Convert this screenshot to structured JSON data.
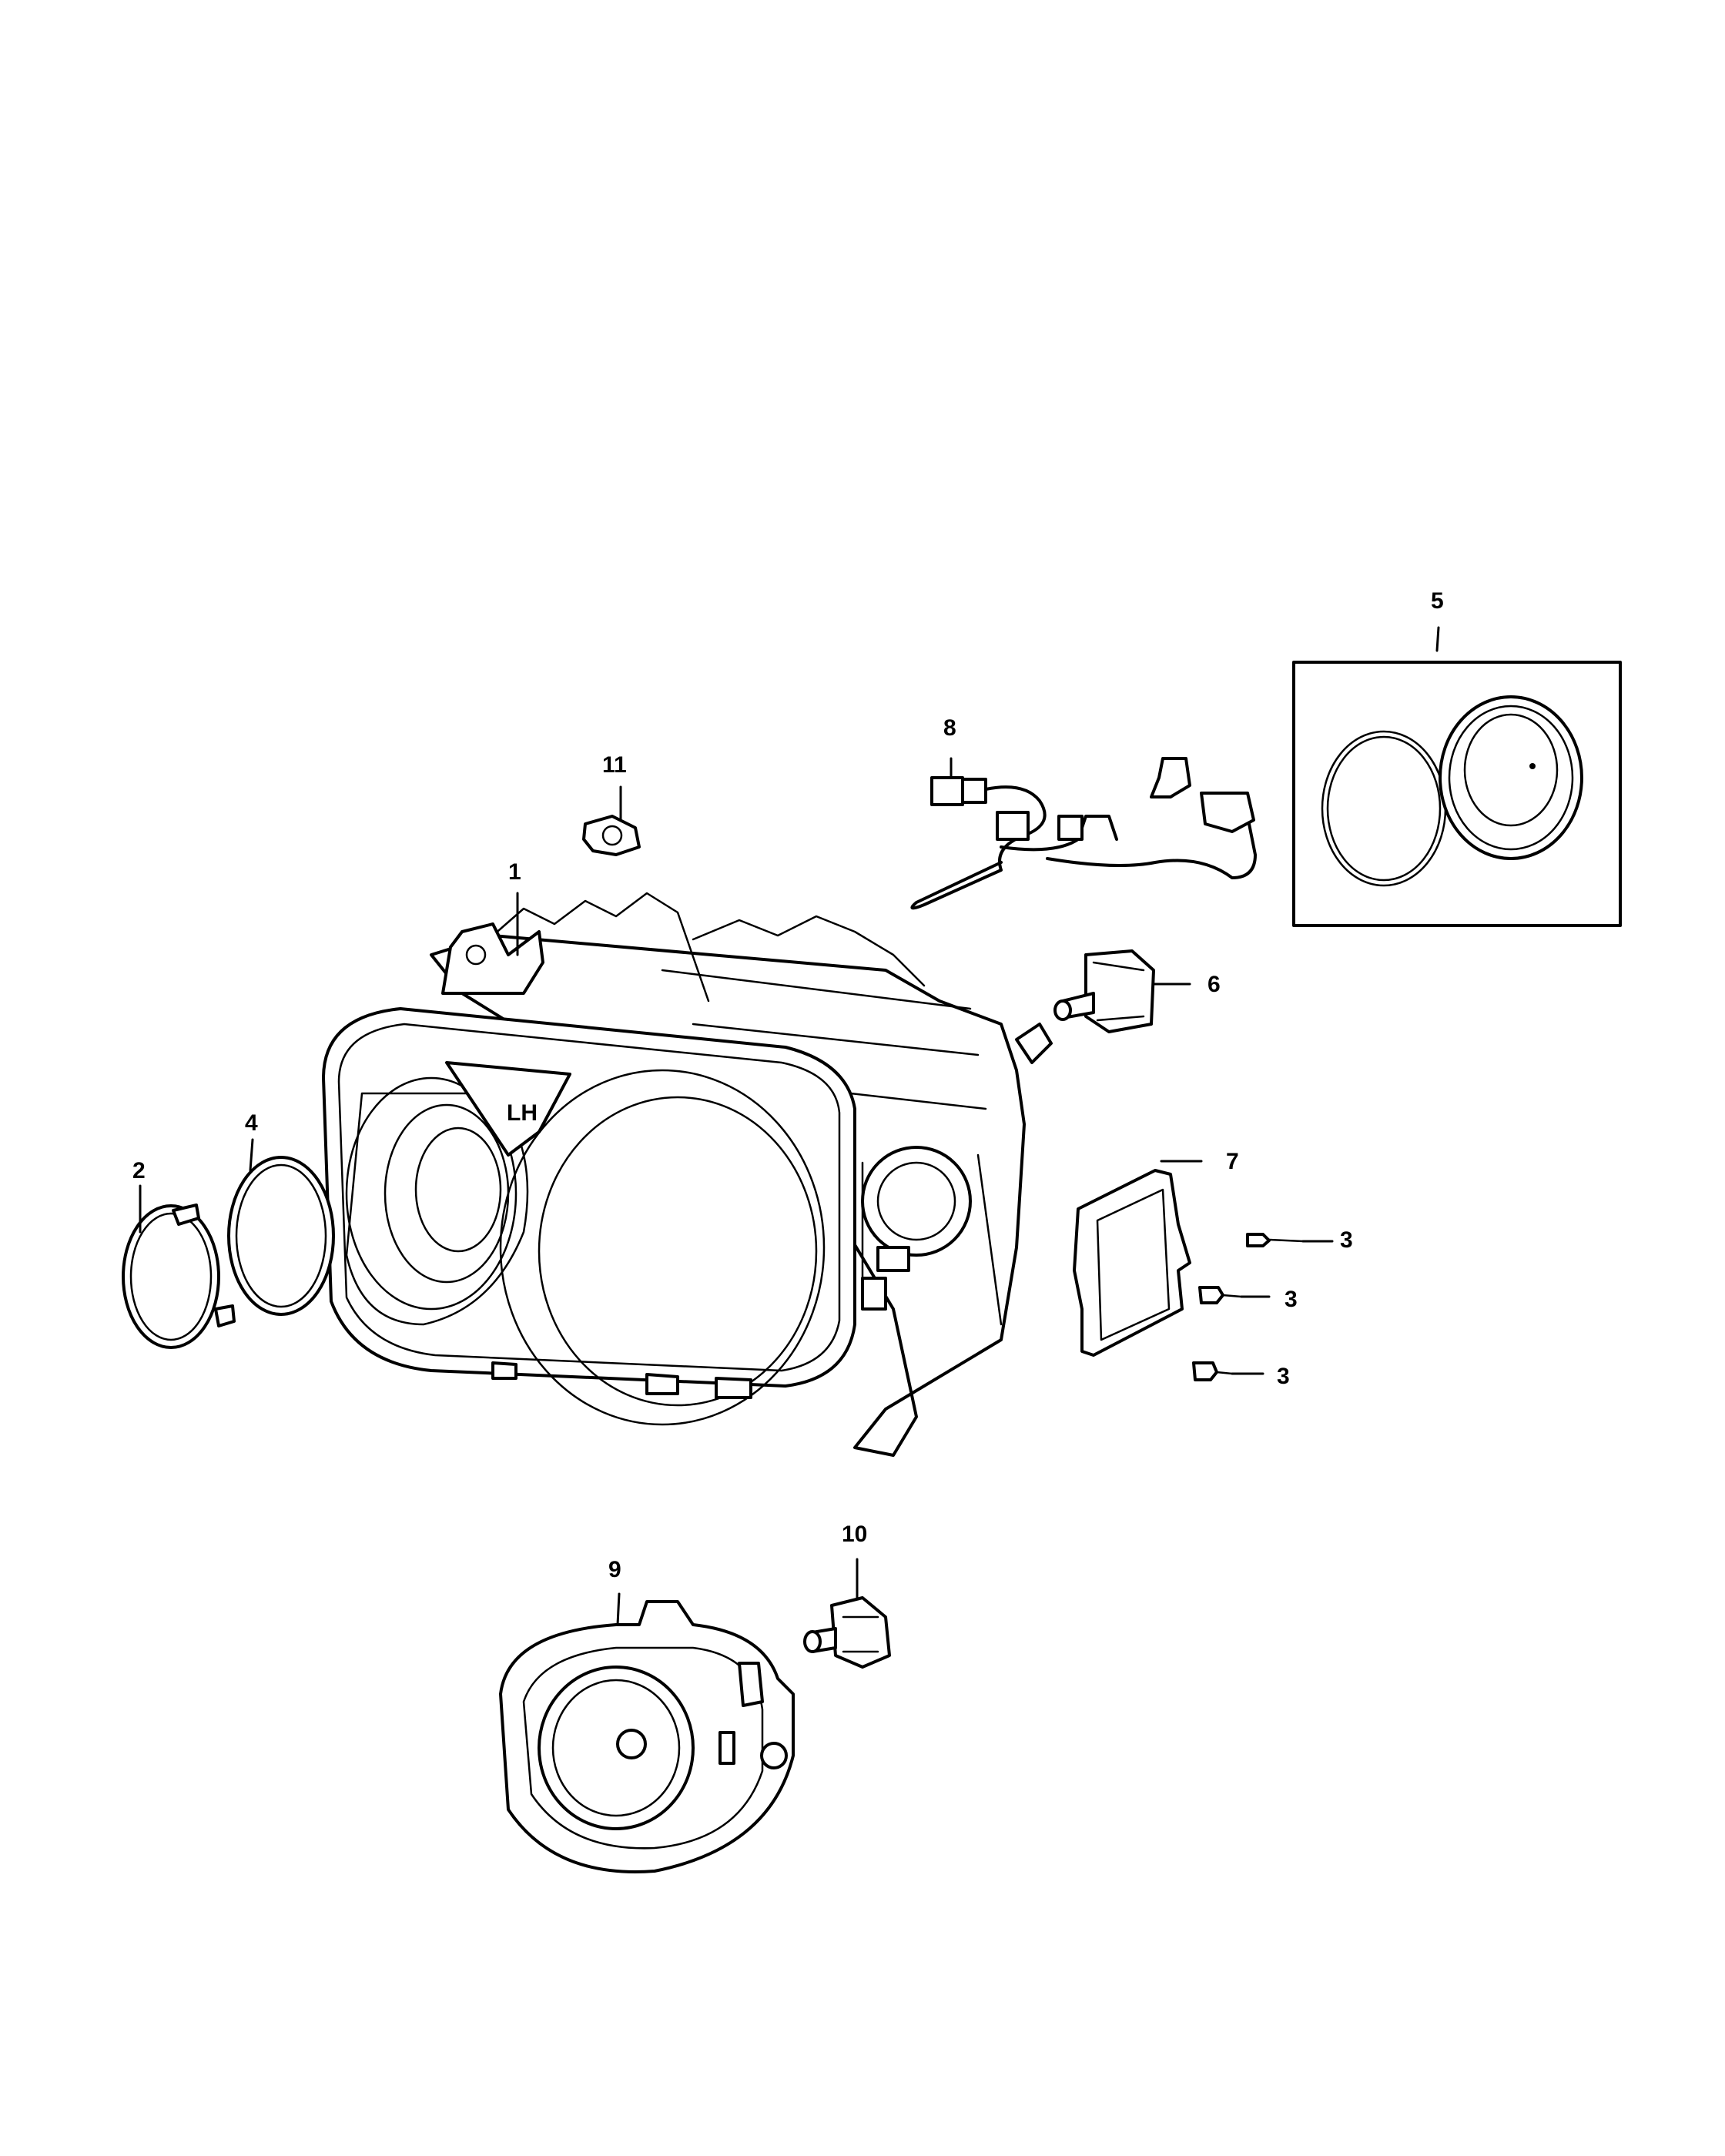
{
  "callouts": [
    {
      "id": "1",
      "label": "1"
    },
    {
      "id": "2",
      "label": "2"
    },
    {
      "id": "3a",
      "label": "3"
    },
    {
      "id": "3b",
      "label": "3"
    },
    {
      "id": "3c",
      "label": "3"
    },
    {
      "id": "4",
      "label": "4"
    },
    {
      "id": "5",
      "label": "5"
    },
    {
      "id": "6",
      "label": "6"
    },
    {
      "id": "7",
      "label": "7"
    },
    {
      "id": "8",
      "label": "8"
    },
    {
      "id": "9",
      "label": "9"
    },
    {
      "id": "10",
      "label": "10"
    },
    {
      "id": "11",
      "label": "11"
    }
  ],
  "housing_marking": "LH",
  "parts": [
    {
      "name": "headlamp-housing-lh"
    },
    {
      "name": "lens-cover"
    },
    {
      "name": "screw"
    },
    {
      "name": "seal-ring"
    },
    {
      "name": "bezel-kit"
    },
    {
      "name": "bulb"
    },
    {
      "name": "cover-plate"
    },
    {
      "name": "wiring-harness"
    },
    {
      "name": "fog-lamp"
    },
    {
      "name": "fog-bulb"
    },
    {
      "name": "adjuster-nut"
    }
  ]
}
